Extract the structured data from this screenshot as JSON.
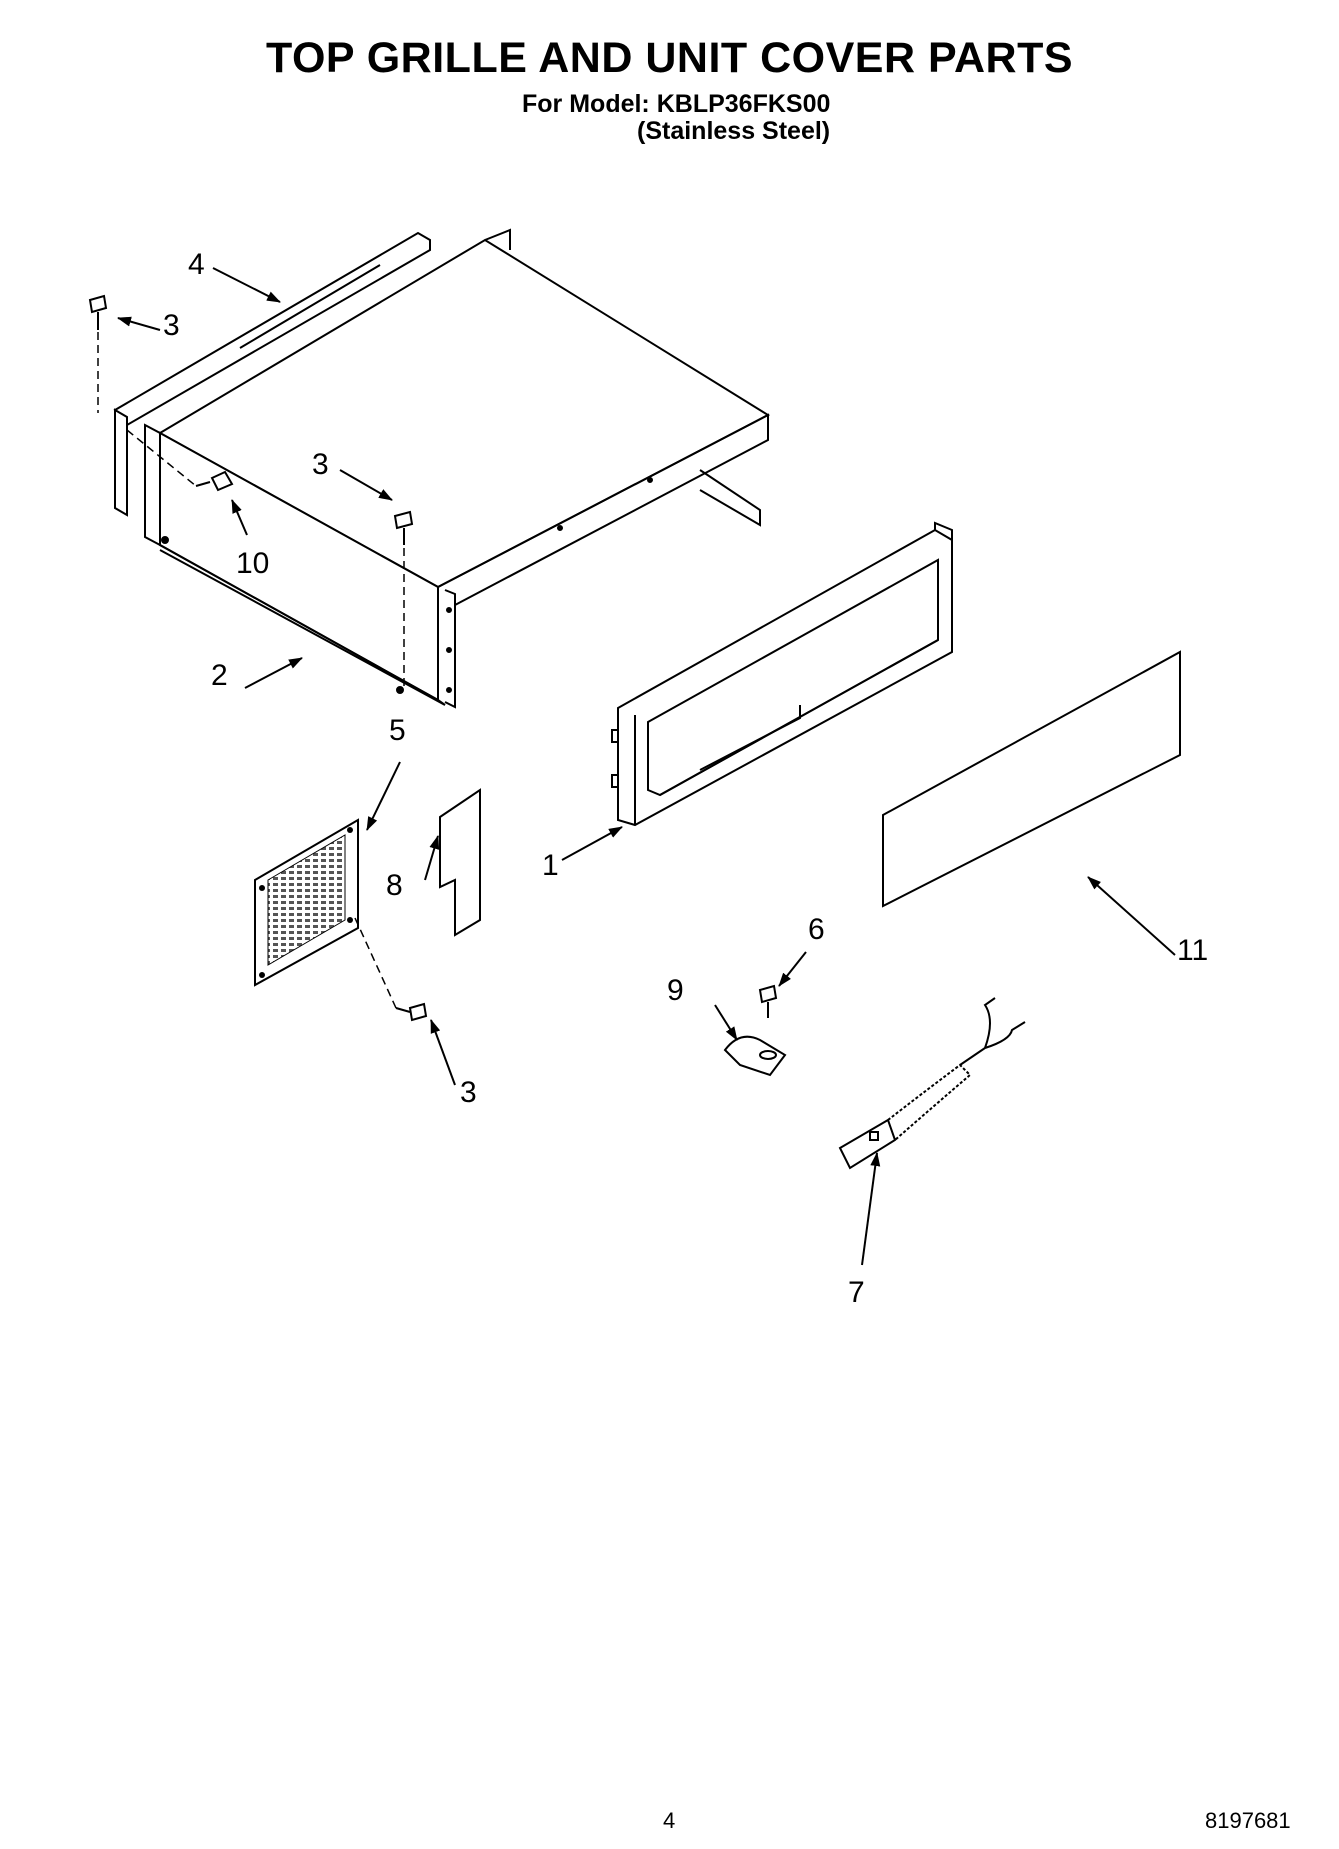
{
  "header": {
    "title": "TOP GRILLE AND UNIT COVER PARTS",
    "model_line": "For Model: KBLP36FKS00",
    "finish_line": "(Stainless Steel)"
  },
  "callouts": {
    "c1": "1",
    "c2": "2",
    "c3a": "3",
    "c3b": "3",
    "c3c": "3",
    "c4": "4",
    "c5": "5",
    "c6": "6",
    "c7": "7",
    "c8": "8",
    "c9": "9",
    "c10": "10",
    "c11": "11"
  },
  "footer": {
    "page_number": "4",
    "document_number": "8197681"
  }
}
